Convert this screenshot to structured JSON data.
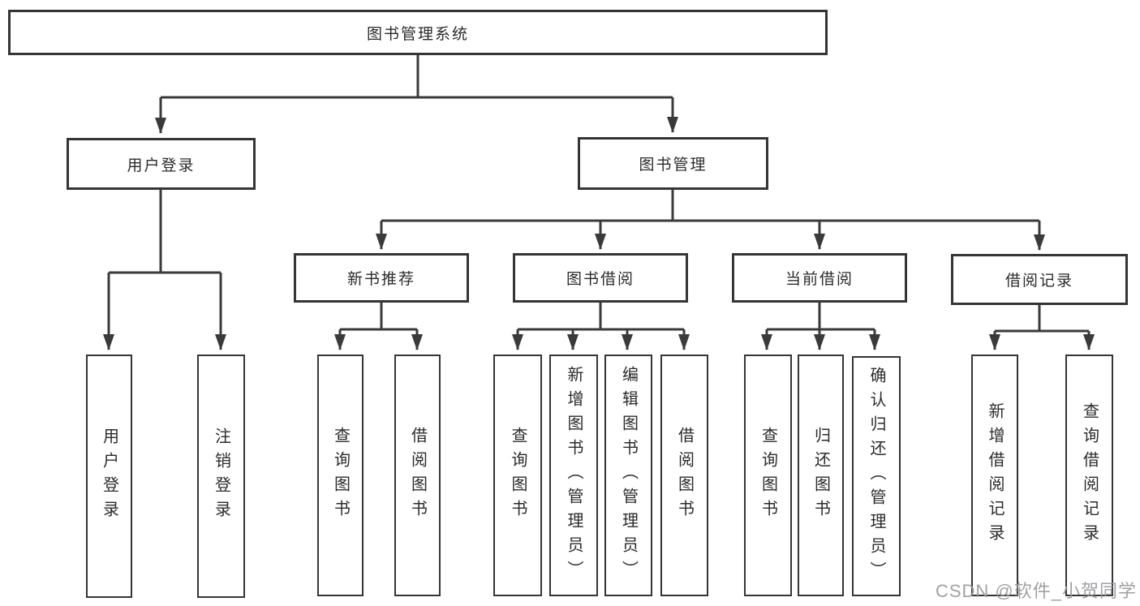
{
  "diagram_type": "tree",
  "colors": {
    "line": "#3a3a3a",
    "box_border": "#353535",
    "text": "#2b2b2b",
    "watermark": "#98989e",
    "background": "#ffffff"
  },
  "tree": {
    "root": {
      "label": "图书管理系统"
    },
    "branches": [
      {
        "label": "用户登录",
        "children": [
          {
            "label": "用户登录"
          },
          {
            "label": "注销登录"
          }
        ]
      },
      {
        "label": "图书管理",
        "children": [
          {
            "label": "新书推荐",
            "children": [
              {
                "label": "查询图书"
              },
              {
                "label": "借阅图书"
              }
            ]
          },
          {
            "label": "图书借阅",
            "children": [
              {
                "label": "查询图书"
              },
              {
                "label": "新增图书（管理员）"
              },
              {
                "label": "编辑图书（管理员）"
              },
              {
                "label": "借阅图书"
              }
            ]
          },
          {
            "label": "当前借阅",
            "children": [
              {
                "label": "查询图书"
              },
              {
                "label": "归还图书"
              },
              {
                "label": "确认归还（管理员）"
              }
            ]
          },
          {
            "label": "借阅记录",
            "children": [
              {
                "label": "新增借阅记录"
              },
              {
                "label": "查询借阅记录"
              }
            ]
          }
        ]
      }
    ]
  },
  "watermark": {
    "text": "CSDN @软件_小贺同学"
  }
}
